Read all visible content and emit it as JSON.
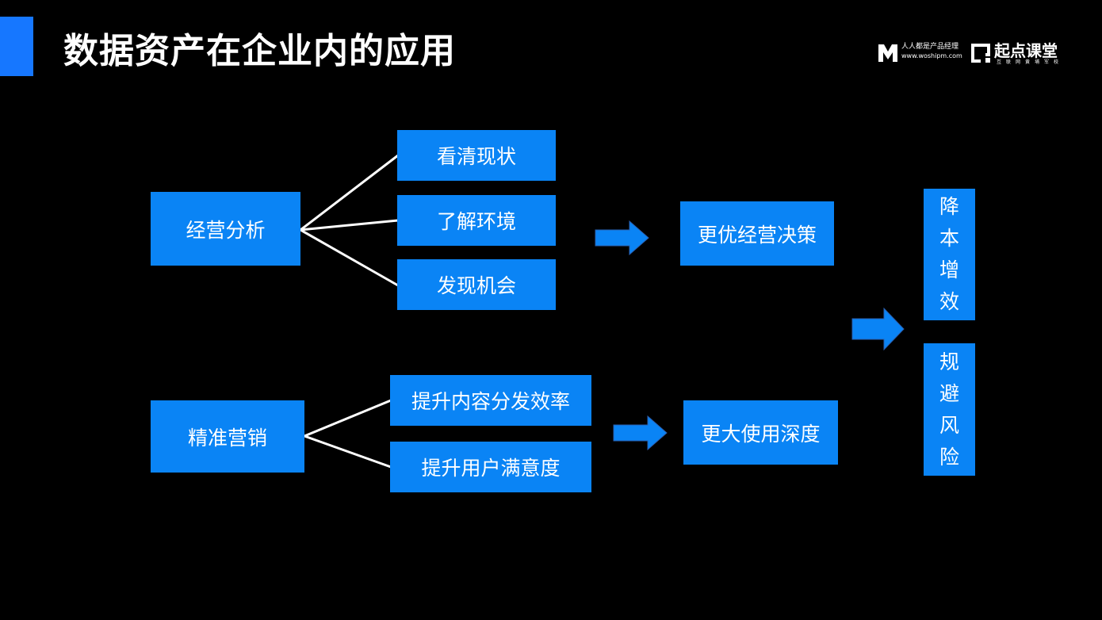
{
  "slide": {
    "title": "数据资产在企业内的应用"
  },
  "logos": {
    "brand1_name": "人人都是产品经理",
    "brand1_url": "www.woshipm.com",
    "brand2_name": "起点课堂",
    "brand2_tagline": "互联网黄埔军校"
  },
  "diagram": {
    "groups": [
      {
        "source": "经营分析",
        "items": [
          "看清现状",
          "了解环境",
          "发现机会"
        ],
        "outcome": "更优经营决策"
      },
      {
        "source": "精准营销",
        "items": [
          "提升内容分发效率",
          "提升用户满意度"
        ],
        "outcome": "更大使用深度"
      }
    ],
    "results": [
      [
        "降",
        "本",
        "增",
        "效"
      ],
      [
        "规",
        "避",
        "风",
        "险"
      ]
    ]
  },
  "colors": {
    "background": "#000000",
    "accent": "#1677ff",
    "box_fill": "#0a84f5",
    "connector": "#ffffff"
  }
}
